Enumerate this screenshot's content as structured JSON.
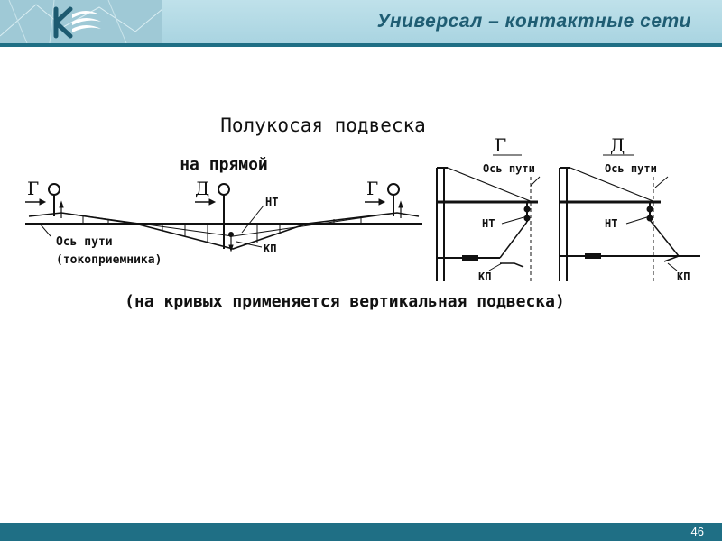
{
  "header": {
    "title": "Универсал – контактные сети"
  },
  "footer": {
    "page_number": "46"
  },
  "diagram": {
    "title": "Полукосая подвеска",
    "subtitle": "на прямой",
    "note": "(на кривых применяется вертикальная подвеска)",
    "left": {
      "g1": "Г",
      "d": "Д",
      "g2": "Г",
      "nt": "НТ",
      "kp": "КП",
      "axis_line1": "Ось пути",
      "axis_line2": "(токоприемника)"
    },
    "right_g": {
      "letter": "Г",
      "axis": "Ось пути",
      "nt": "НТ",
      "kp": "КП"
    },
    "right_d": {
      "letter": "Д",
      "axis": "Ось пути",
      "nt": "НТ",
      "kp": "КП"
    }
  }
}
